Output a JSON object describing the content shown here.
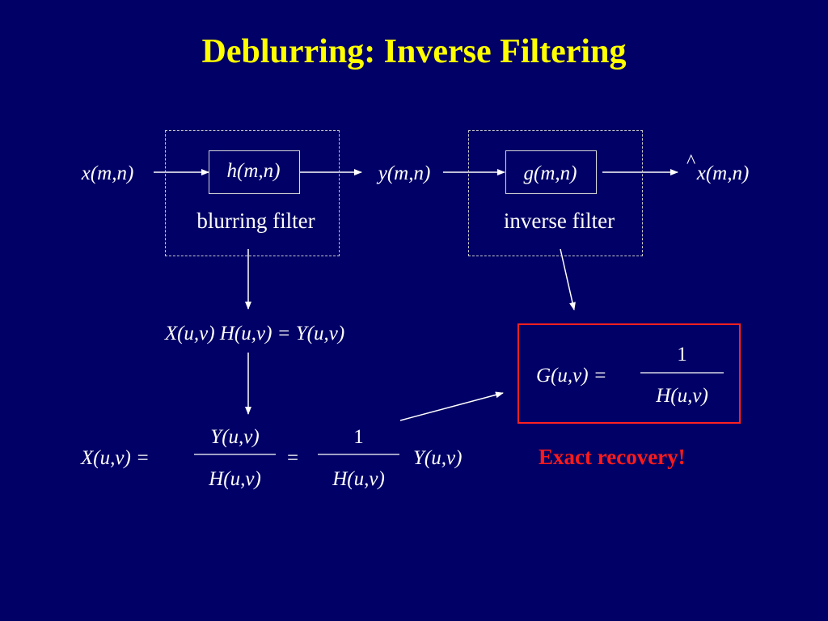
{
  "slide": {
    "title": "Deblurring: Inverse Filtering"
  },
  "system": {
    "input": "x(m,n)",
    "filter1": "h(m,n)",
    "filter1_label": "blurring filter",
    "middle": "y(m,n)",
    "filter2": "g(m,n)",
    "filter2_label": "inverse filter",
    "output": "x(m,n)"
  },
  "equations": {
    "blur_eq": "X(u,v) H(u,v) = Y(u,v)",
    "solve_lhs": "X(u,v) =",
    "solve_num1": "Y(u,v)",
    "solve_den1": "H(u,v)",
    "solve_eq": "=",
    "solve_num2": "1",
    "solve_den2": "H(u,v)",
    "solve_tail": "Y(u,v)",
    "inverse_lhs": "G(u,v) =",
    "inverse_num": "1",
    "inverse_den": "H(u,v)"
  },
  "note": {
    "exact": "Exact recovery!"
  },
  "colors": {
    "background": "#000066",
    "title": "#ffff00",
    "text": "#ffffff",
    "highlight_box": "#ff2020",
    "exact_text": "#ff1a1a"
  }
}
